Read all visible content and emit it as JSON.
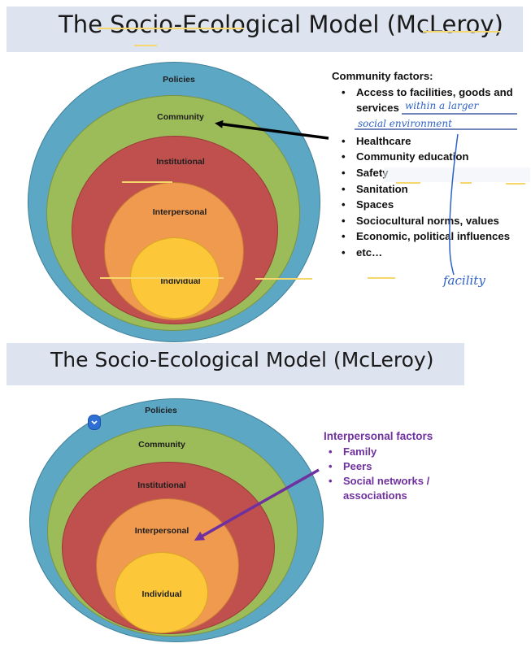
{
  "slide1": {
    "title": "The Socio-Ecological Model (McLeroy)",
    "levels": {
      "policies": "Policies",
      "community": "Community",
      "institutional": "Institutional",
      "interpersonal": "Interpersonal",
      "individual": "Individual"
    },
    "factors_heading": "Community factors:",
    "factors": [
      {
        "line1": "Access to facilities, goods and",
        "line2": "services"
      },
      {
        "line1": "Healthcare"
      },
      {
        "line1": "Community education"
      },
      {
        "line1": "Safety"
      },
      {
        "line1": "Sanitation"
      },
      {
        "line1": "Spaces"
      },
      {
        "line1": "Sociocultural norms, values"
      },
      {
        "line1": "Economic, political influences"
      },
      {
        "line1": "etc…"
      }
    ],
    "handwriting": {
      "note1": "within a larger",
      "note2": "social environment",
      "note3": "facility"
    }
  },
  "slide2": {
    "title": "The Socio-Ecological Model (McLeroy)",
    "levels": {
      "policies": "Policies",
      "community": "Community",
      "institutional": "Institutional",
      "interpersonal": "Interpersonal",
      "individual": "Individual"
    },
    "factors_heading": "Interpersonal factors",
    "factors": [
      {
        "line1": "Family"
      },
      {
        "line1": "Peers"
      },
      {
        "line1": "Social networks /",
        "line2": "associations"
      }
    ]
  },
  "colors": {
    "policies": "#5ba7c4",
    "community": "#9cbb59",
    "institutional": "#bf504d",
    "interpersonal": "#f09a4f",
    "individual": "#fcc83a",
    "purple": "#7030a0",
    "ink_blue": "#2f62c8",
    "highlight": "#f5d76e"
  }
}
